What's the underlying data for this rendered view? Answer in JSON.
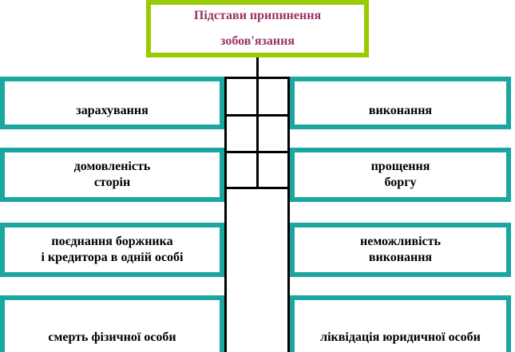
{
  "colors": {
    "root_border": "#99cc00",
    "root_text": "#993366",
    "child_border": "#1aa7a1",
    "connector": "#000000"
  },
  "root": {
    "line1": "Підстави припинення",
    "line2": "зобов'язання"
  },
  "left": [
    {
      "line1": "зарахування",
      "line2": ""
    },
    {
      "line1": "домовленість",
      "line2": "сторін"
    },
    {
      "line1": "поєднання боржника",
      "line2": "і кредитора в одній особі"
    },
    {
      "line1": "смерть фізичної особи",
      "line2": ""
    }
  ],
  "right": [
    {
      "line1": "виконання",
      "line2": ""
    },
    {
      "line1": "прощення",
      "line2": "боргу"
    },
    {
      "line1": "неможливість",
      "line2": "виконання"
    },
    {
      "line1": "ліквідація юридичної особи",
      "line2": ""
    }
  ]
}
